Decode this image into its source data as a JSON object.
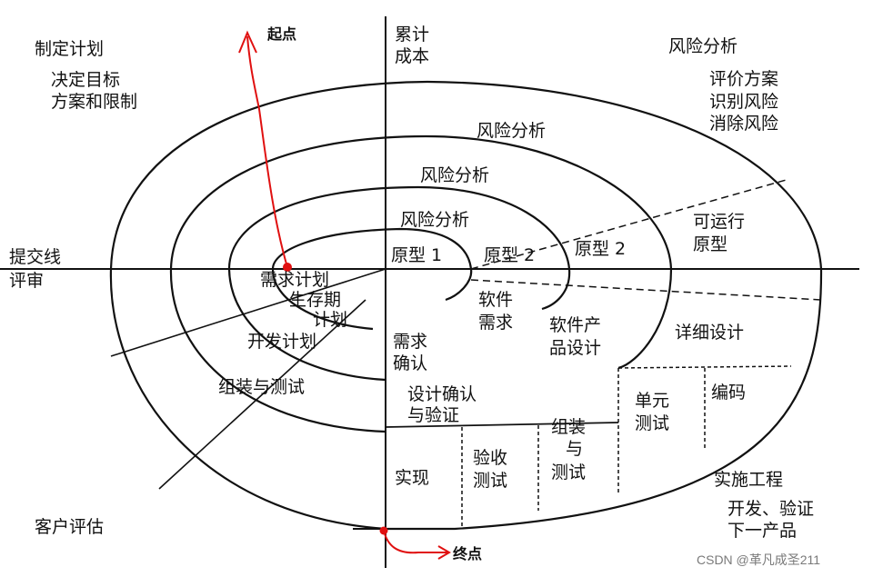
{
  "quadrants": {
    "top_left": {
      "title": "制定计划",
      "lines": [
        "决定目标",
        "方案和限制"
      ]
    },
    "top_right": {
      "title": "风险分析",
      "lines": [
        "评价方案",
        "识别风险",
        "消除风险"
      ]
    },
    "bottom_right": {
      "title": "实施工程",
      "lines": [
        "开发、验证",
        "下一产品"
      ]
    },
    "bottom_left": {
      "title": "客户评估"
    }
  },
  "axes": {
    "vertical_top": [
      "累计",
      "成本"
    ],
    "horizontal_left": [
      "提交线",
      "评审"
    ]
  },
  "rings": {
    "risk_analysis": [
      "风险分析",
      "风险分析",
      "风险分析"
    ],
    "prototypes": [
      "原型 1",
      "原型 2",
      "原型 2"
    ],
    "operational_prototype": [
      "可运行",
      "原型"
    ]
  },
  "planning": {
    "requirements_plan": "需求计划",
    "lifecycle_plan": [
      "生存期",
      "计划"
    ],
    "development_plan": "开发计划",
    "integration_test": "组装与测试"
  },
  "engineering": {
    "software_requirements": [
      "软件",
      "需求"
    ],
    "requirements_validation": [
      "需求",
      "确认"
    ],
    "product_design": [
      "软件产",
      "品设计"
    ],
    "design_verification": [
      "设计确认",
      "与验证"
    ],
    "detailed_design": "详细设计",
    "coding": "编码",
    "unit_test": [
      "单元",
      "测试"
    ],
    "integration_test": [
      "组装",
      "与",
      "测试"
    ],
    "acceptance_test": [
      "验收",
      "测试"
    ],
    "implementation": "实现"
  },
  "annotations": {
    "start": "起点",
    "end": "终点"
  },
  "watermark": "CSDN @革凡成圣211",
  "colors": {
    "line": "#111111",
    "annotation": "#e01010"
  }
}
